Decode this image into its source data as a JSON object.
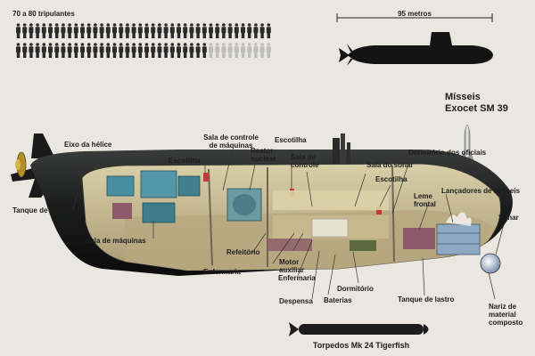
{
  "crew": {
    "label": "70 a 80  tripulantes",
    "min": 70,
    "max": 80
  },
  "scale": {
    "label": "95 metros"
  },
  "missile": {
    "title_line1": "Mísseis",
    "title_line2": "Exocet SM 39"
  },
  "torpedo": {
    "label": "Torpedos Mk 24 Tigerfish"
  },
  "labels": {
    "propeller_axis": "Eixo da hélice",
    "ballast_tank_aft": "Tanque de lastro",
    "machinery_room": "Sala de máquinas",
    "machinery_control_room": "Sala de controle\nde máquinas",
    "hatch_aft": "Escotilha",
    "nuclear_reactor": "Reator\nnuclear",
    "refectory": "Refeitório",
    "infirmary_1": "Enfermaria",
    "auxiliary_motor": "Motor\nauxiliar",
    "infirmary_2": "Enfermaria",
    "pantry": "Despensa",
    "hatch_mid": "Escotilha",
    "control_room": "Sala de\ncontrole",
    "batteries": "Baterias",
    "dormitory": "Dormitório",
    "sonar_room": "Sala do sonar",
    "officers_dormitory": "Dormitório dos oficiais",
    "hatch_fwd": "Escotilha",
    "front_rudder": "Leme\nfrontal",
    "missile_launchers": "Lançadores de mísseis",
    "ballast_tank_fwd": "Tanque de lastro",
    "sonar": "Sonar",
    "composite_nose": "Nariz de\nmaterial\ncomposto"
  },
  "colors": {
    "background": "#e9e7df",
    "hull": "#1b1c1c",
    "person_dark": "#2b2b2b",
    "person_light": "#bdbdbd",
    "engine": "#4a8fa0",
    "deck": "#cdbd8c",
    "compartment": "#8c5a6a"
  }
}
